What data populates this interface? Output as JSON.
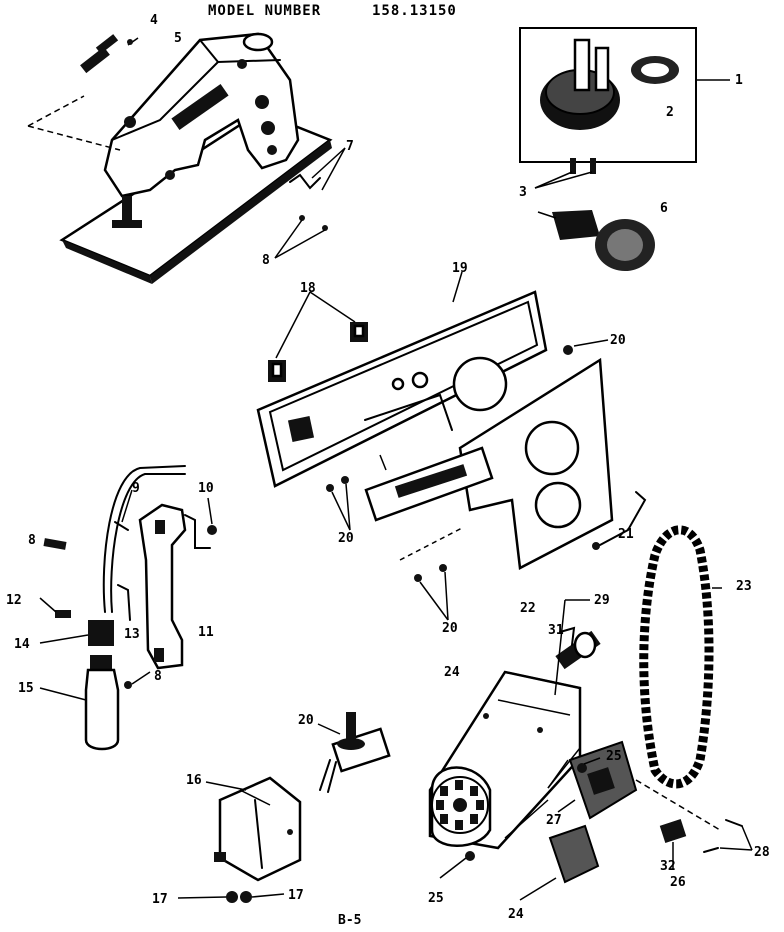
{
  "header": {
    "model_label": "MODEL NUMBER",
    "model_number": "158.13150"
  },
  "page_number": "B-5",
  "callouts": [
    {
      "id": "c1",
      "text": "1"
    },
    {
      "id": "c2",
      "text": "2"
    },
    {
      "id": "c3",
      "text": "3"
    },
    {
      "id": "c4",
      "text": "4"
    },
    {
      "id": "c5",
      "text": "5"
    },
    {
      "id": "c6",
      "text": "6"
    },
    {
      "id": "c7",
      "text": "7"
    },
    {
      "id": "c8a",
      "text": "8"
    },
    {
      "id": "c8b",
      "text": "8"
    },
    {
      "id": "c9",
      "text": "9"
    },
    {
      "id": "c10",
      "text": "10"
    },
    {
      "id": "c11",
      "text": "11"
    },
    {
      "id": "c12",
      "text": "12"
    },
    {
      "id": "c13",
      "text": "13"
    },
    {
      "id": "c14",
      "text": "14"
    },
    {
      "id": "c15",
      "text": "15"
    },
    {
      "id": "c8c",
      "text": "8"
    },
    {
      "id": "c16",
      "text": "16"
    },
    {
      "id": "c17a",
      "text": "17"
    },
    {
      "id": "c17b",
      "text": "17"
    },
    {
      "id": "c18",
      "text": "18"
    },
    {
      "id": "c19",
      "text": "19"
    },
    {
      "id": "c20a",
      "text": "20"
    },
    {
      "id": "c20b",
      "text": "20"
    },
    {
      "id": "c20c",
      "text": "20"
    },
    {
      "id": "c20d",
      "text": "20"
    },
    {
      "id": "c21",
      "text": "21"
    },
    {
      "id": "c22",
      "text": "22"
    },
    {
      "id": "c23",
      "text": "23"
    },
    {
      "id": "c24a",
      "text": "24"
    },
    {
      "id": "c24b",
      "text": "24"
    },
    {
      "id": "c25a",
      "text": "25"
    },
    {
      "id": "c25b",
      "text": "25"
    },
    {
      "id": "c26",
      "text": "26"
    },
    {
      "id": "c27",
      "text": "27"
    },
    {
      "id": "c28",
      "text": "28"
    },
    {
      "id": "c29",
      "text": "29"
    },
    {
      "id": "c31",
      "text": "31"
    },
    {
      "id": "c32",
      "text": "32"
    }
  ]
}
